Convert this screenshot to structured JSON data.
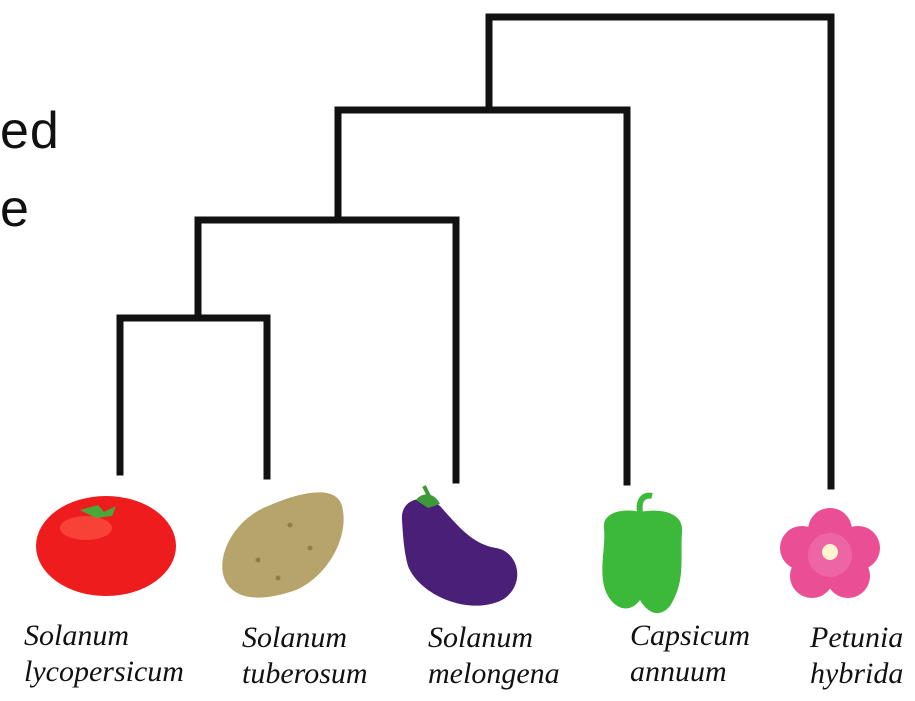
{
  "partial_text": {
    "line1": "ed",
    "line2": "e"
  },
  "species": [
    {
      "genus": "Solanum",
      "epithet": "lycopersicum",
      "icon": "tomato-icon"
    },
    {
      "genus": "Solanum",
      "epithet": "tuberosum",
      "icon": "potato-icon"
    },
    {
      "genus": "Solanum",
      "epithet": "melongena",
      "icon": "eggplant-icon"
    },
    {
      "genus": "Capsicum",
      "epithet": "annuum",
      "icon": "pepper-icon"
    },
    {
      "genus": "Petunia",
      "epithet": "hybrida",
      "icon": "petunia-icon"
    }
  ],
  "colors": {
    "tree": "#111111",
    "tomato": "#ee1c1c",
    "potato": "#b7a46a",
    "eggplant": "#4a1f78",
    "pepper": "#3cb83a",
    "petunia": "#ea4f95"
  }
}
